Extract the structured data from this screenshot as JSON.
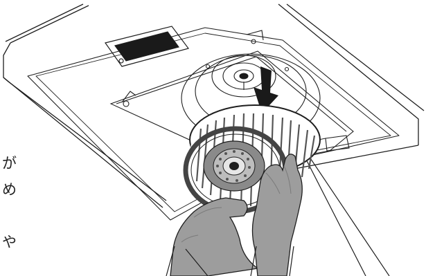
{
  "edge_text": [
    "が",
    "め",
    "や"
  ],
  "colors": {
    "stroke": "#1e1e1e",
    "glove": "#9d9d9d",
    "glove_dark": "#7a7a7a",
    "fan": "#6e6e6e",
    "fan_dark": "#444444",
    "arrow": "#1a1a1a"
  },
  "icons": [
    "down-arrow-icon"
  ]
}
